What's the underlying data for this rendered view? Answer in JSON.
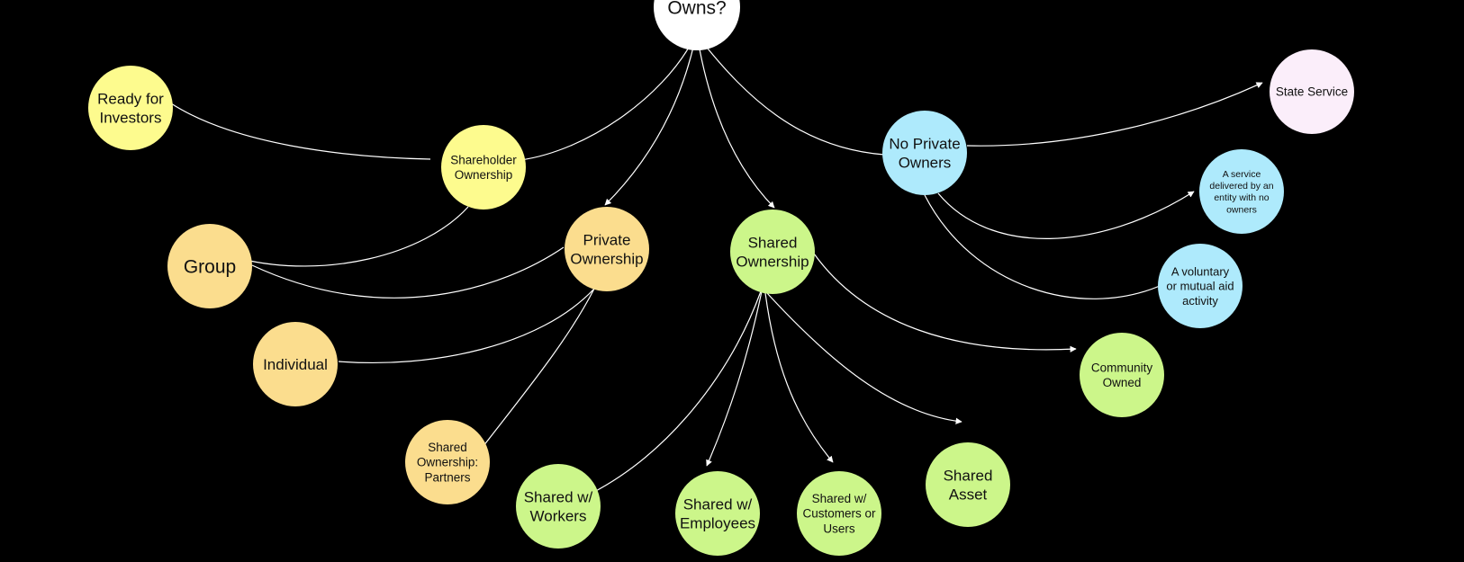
{
  "nodes": [
    {
      "id": "root",
      "lines": [
        "Owns?"
      ],
      "color": "#ffffff"
    },
    {
      "id": "shareholder",
      "lines": [
        "Shareholder",
        "Ownership"
      ],
      "color": "#fdfb8e"
    },
    {
      "id": "ready",
      "lines": [
        "Ready for",
        "Investors"
      ],
      "color": "#fdfb8e"
    },
    {
      "id": "private",
      "lines": [
        "Private",
        "Ownership"
      ],
      "color": "#fbdd8e"
    },
    {
      "id": "group",
      "lines": [
        "Group"
      ],
      "color": "#fbdd8e"
    },
    {
      "id": "individual",
      "lines": [
        "Individual"
      ],
      "color": "#fbdd8e"
    },
    {
      "id": "partners",
      "lines": [
        "Shared",
        "Ownership:",
        "Partners"
      ],
      "color": "#fbdd8e"
    },
    {
      "id": "shared",
      "lines": [
        "Shared",
        "Ownership"
      ],
      "color": "#ccf68a"
    },
    {
      "id": "workers",
      "lines": [
        "Shared w/",
        "Workers"
      ],
      "color": "#ccf68a"
    },
    {
      "id": "employees",
      "lines": [
        "Shared w/",
        "Employees"
      ],
      "color": "#ccf68a"
    },
    {
      "id": "customers",
      "lines": [
        "Shared w/",
        "Customers or",
        "Users"
      ],
      "color": "#ccf68a"
    },
    {
      "id": "asset",
      "lines": [
        "Shared",
        "Asset"
      ],
      "color": "#ccf68a"
    },
    {
      "id": "community",
      "lines": [
        "Community",
        "Owned"
      ],
      "color": "#ccf68a"
    },
    {
      "id": "noprivate",
      "lines": [
        "No Private",
        "Owners"
      ],
      "color": "#aeeafc"
    },
    {
      "id": "state",
      "lines": [
        "State Service"
      ],
      "color": "#fbeefa"
    },
    {
      "id": "noowners",
      "lines": [
        "A service",
        "delivered by an",
        "entity with no",
        "owners"
      ],
      "color": "#aeeafc"
    },
    {
      "id": "voluntary",
      "lines": [
        "A voluntary",
        "or mutual aid",
        "activity"
      ],
      "color": "#aeeafc"
    }
  ],
  "edges": [
    {
      "from": "root",
      "to": "shareholder"
    },
    {
      "from": "shareholder",
      "to": "ready"
    },
    {
      "from": "shareholder",
      "to": "group"
    },
    {
      "from": "root",
      "to": "private"
    },
    {
      "from": "private",
      "to": "group"
    },
    {
      "from": "private",
      "to": "individual"
    },
    {
      "from": "private",
      "to": "partners"
    },
    {
      "from": "root",
      "to": "shared"
    },
    {
      "from": "shared",
      "to": "workers"
    },
    {
      "from": "shared",
      "to": "employees"
    },
    {
      "from": "shared",
      "to": "customers"
    },
    {
      "from": "shared",
      "to": "asset"
    },
    {
      "from": "shared",
      "to": "community"
    },
    {
      "from": "root",
      "to": "noprivate"
    },
    {
      "from": "noprivate",
      "to": "state"
    },
    {
      "from": "noprivate",
      "to": "noowners"
    },
    {
      "from": "noprivate",
      "to": "voluntary"
    }
  ]
}
